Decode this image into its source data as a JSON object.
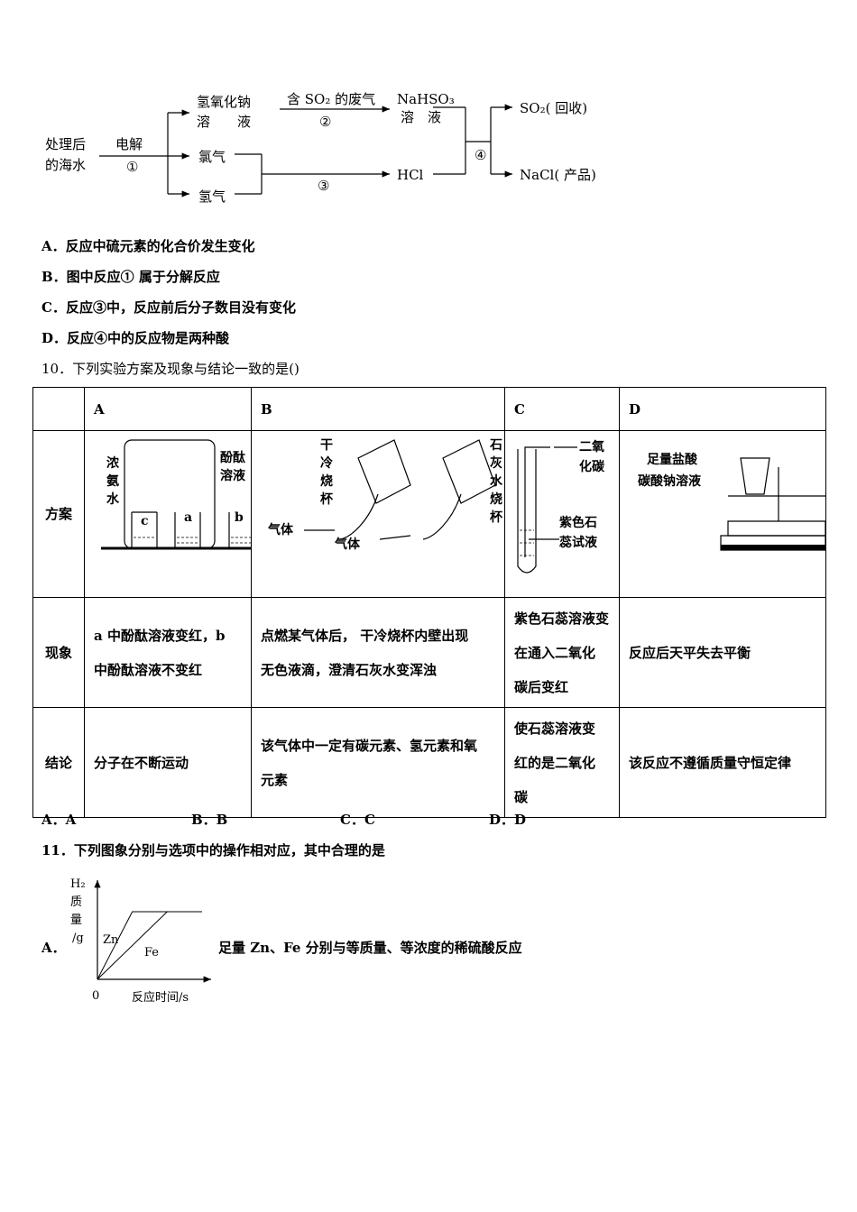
{
  "flow": {
    "start": [
      "处理后",
      "的海水"
    ],
    "electrolysis": "电解",
    "n1": "①",
    "naoh": [
      "氢氧化钠",
      "溶　　液"
    ],
    "cl2": "氯气",
    "h2": "氢气",
    "so2_gas": "含 SO₂ 的废气",
    "n2": "②",
    "n3": "③",
    "n4": "④",
    "nahso3": [
      "NaHSO₃",
      "溶　液"
    ],
    "hcl": "HCl",
    "so2_out": "SO₂( 回收)",
    "nacl_out": "NaCl( 产品)"
  },
  "q9_options": [
    "A．反应中硫元素的化合价发生变化",
    "B．图中反应① 属于分解反应",
    "C．反应③中，反应前后分子数目没有变化",
    "D．反应④中的反应物是两种酸"
  ],
  "q10": {
    "stem": "10．下列实验方案及现象与结论一致的是()",
    "headers": [
      "",
      "A",
      "B",
      "C",
      "D"
    ],
    "row_labels": [
      "方案",
      "现象",
      "结论"
    ],
    "fig_labels": {
      "a_labels": [
        "浓",
        "氨",
        "水",
        "酚酞",
        "溶液",
        "c",
        "a",
        "b"
      ],
      "b_labels": [
        "干",
        "冷",
        "烧",
        "杯",
        "石",
        "灰",
        "水",
        "烧",
        "杯",
        "气体",
        "气体"
      ],
      "c_labels": [
        "二氧",
        "化碳",
        "紫色石",
        "蕊试液"
      ],
      "d_labels": [
        "足量盐酸",
        "碳酸钠溶液"
      ]
    },
    "phenomena": [
      [
        "a 中酚酞溶液变红，b",
        "中酚酞溶液不变红"
      ],
      [
        "点燃某气体后， 干冷烧杯内壁出现",
        "无色液滴，澄清石灰水变浑浊"
      ],
      [
        "紫色石蕊溶液变",
        "在通入二氧化",
        "碳后变红"
      ],
      [
        "反应后天平失去平衡"
      ]
    ],
    "conclusions": [
      [
        "分子在不断运动"
      ],
      [
        "该气体中一定有碳元素、氢元素和氧",
        "元素"
      ],
      [
        "使石蕊溶液变",
        "红的是二氧化",
        "碳"
      ],
      [
        "该反应不遵循质量守恒定律"
      ]
    ],
    "answers": [
      "A．A",
      "B．B",
      "C．C",
      "D．D"
    ]
  },
  "q11": {
    "stem": "11．下列图象分别与选项中的操作相对应，其中合理的是",
    "option_a_letter": "A．",
    "option_a_text": "足量 Zn、Fe 分别与等质量、等浓度的稀硫酸反应",
    "graph": {
      "ylabel": [
        "H₂",
        "质",
        "量",
        "/g"
      ],
      "xlabel": "反应时间/s",
      "origin": "0",
      "series": [
        "Zn",
        "Fe"
      ]
    }
  },
  "chart_data": {
    "type": "line",
    "title": "",
    "xlabel": "反应时间/s",
    "ylabel": "H₂质量/g",
    "series": [
      {
        "name": "Zn",
        "x": [
          0,
          1,
          3
        ],
        "y": [
          0,
          1,
          1
        ]
      },
      {
        "name": "Fe",
        "x": [
          0,
          2,
          3
        ],
        "y": [
          0,
          1,
          1
        ]
      }
    ]
  }
}
